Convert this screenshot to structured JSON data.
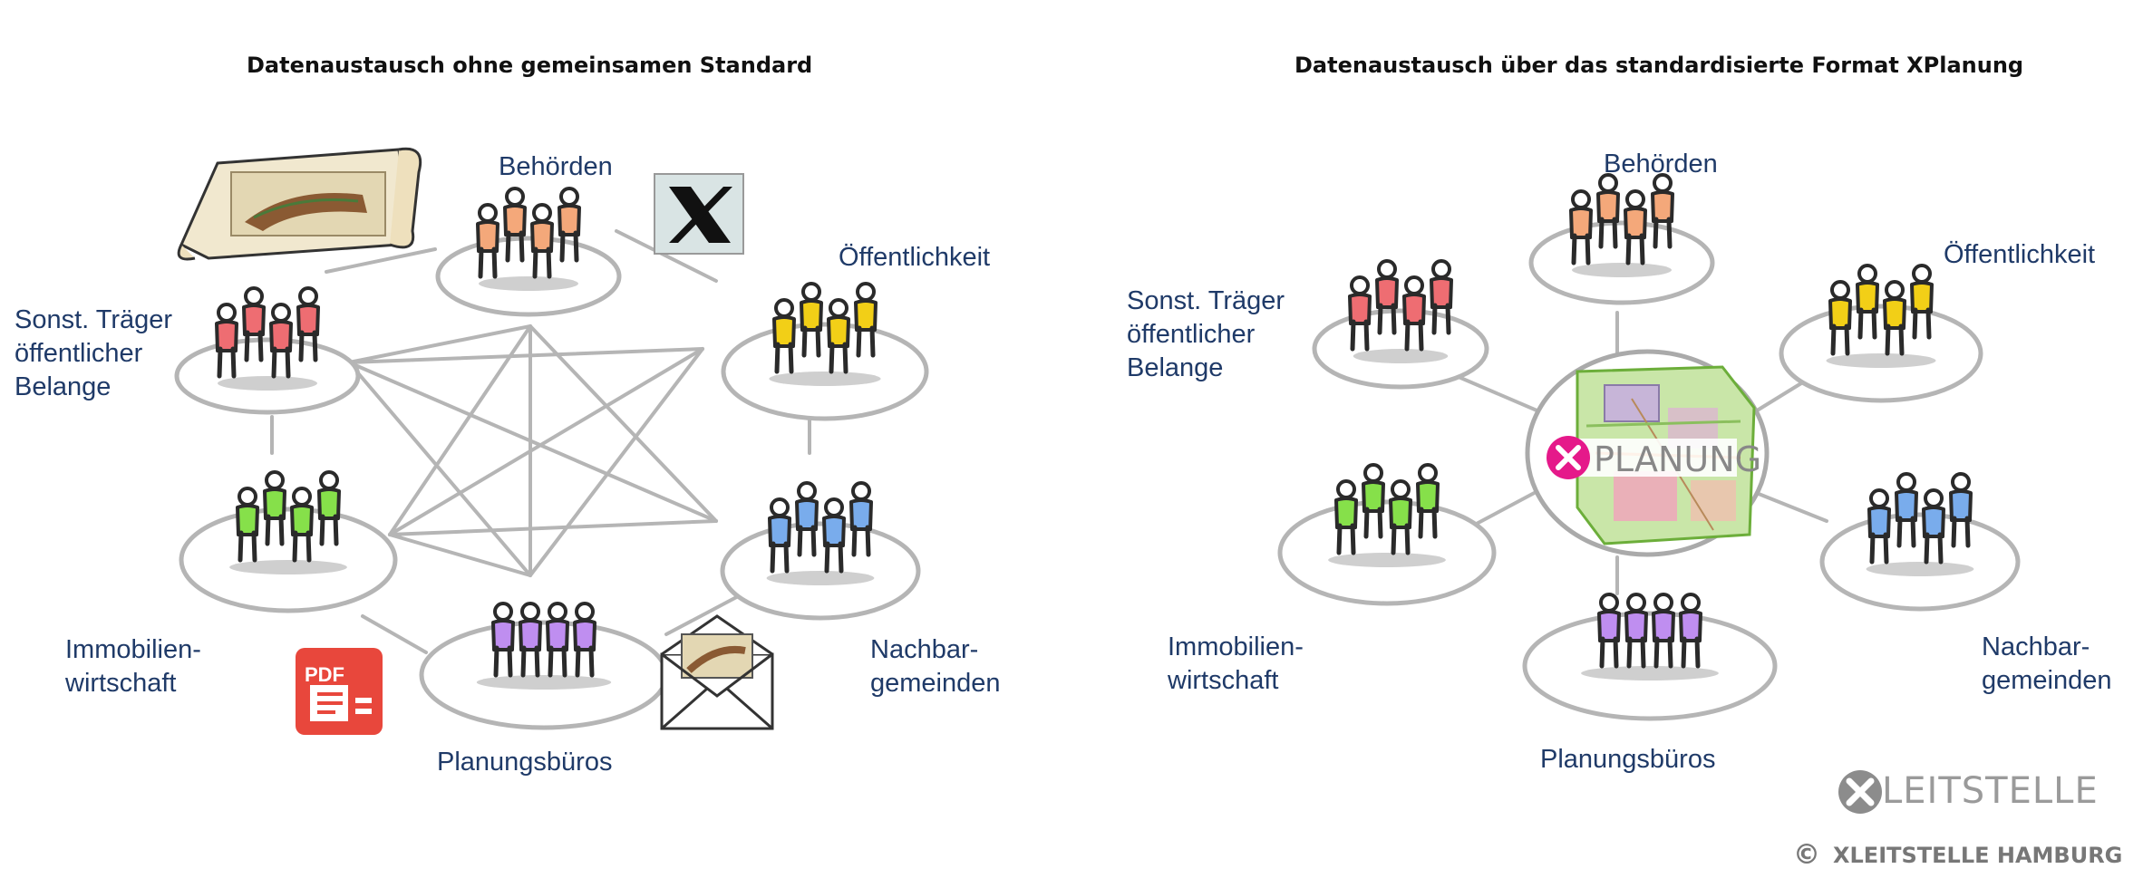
{
  "left": {
    "title": "Datenaustausch ohne gemeinsamen Standard",
    "groups": {
      "behoerden": {
        "label": "Behörden",
        "color": "#f4a87a"
      },
      "oeffentlichkeit": {
        "label": "Öffentlichkeit",
        "color": "#f2cf17"
      },
      "sonst": {
        "label": "Sonst. Träger\nöffentlicher\nBelange",
        "color": "#ee6d72"
      },
      "immobilien": {
        "label": "Immobilien-\nwirtschaft",
        "color": "#86e04a"
      },
      "nachbar": {
        "label": "Nachbar-\ngemeinden",
        "color": "#79acec"
      },
      "planung": {
        "label": "Planungsbüros",
        "color": "#bf8ef0"
      }
    },
    "icons": {
      "pdf_text": "PDF"
    }
  },
  "right": {
    "title": "Datenaustausch über das standardisierte Format XPlanung",
    "center_logo": "PLANUNG",
    "groups": {
      "behoerden": {
        "label": "Behörden"
      },
      "oeffentlichkeit": {
        "label": "Öffentlichkeit"
      },
      "sonst": {
        "label": "Sonst. Träger\nöffentlicher\nBelange"
      },
      "immobilien": {
        "label": "Immobilien-\nwirtschaft"
      },
      "nachbar": {
        "label": "Nachbar-\ngemeinden"
      },
      "planung": {
        "label": "Planungsbüros"
      }
    }
  },
  "branding": {
    "logo_text": "LEITSTELLE",
    "copyright_symbol": "©",
    "copyright_text": "XLEITSTELLE HAMBURG"
  }
}
